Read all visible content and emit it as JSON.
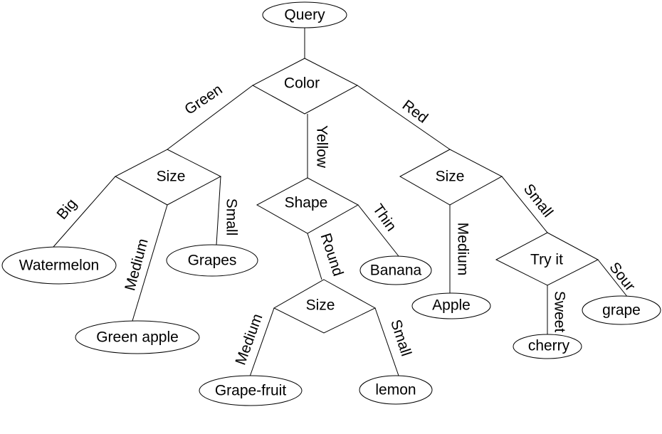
{
  "nodes": {
    "query": "Query",
    "color": "Color",
    "size_green": "Size",
    "shape": "Shape",
    "size_red": "Size",
    "watermelon": "Watermelon",
    "green_apple": "Green apple",
    "grapes": "Grapes",
    "banana": "Banana",
    "size_round": "Size",
    "grapefruit": "Grape-fruit",
    "lemon": "lemon",
    "apple": "Apple",
    "try_it": "Try it",
    "cherry": "cherry",
    "grape": "grape"
  },
  "edges": {
    "green": "Green",
    "yellow": "Yellow",
    "red": "Red",
    "big": "Big",
    "medium_green": "Medium",
    "small_green": "Small",
    "thin": "Thin",
    "round": "Round",
    "medium_round": "Medium",
    "small_round": "Small",
    "medium_red": "Medium",
    "small_red": "Small",
    "sweet": "Sweet",
    "sour": "Sour"
  }
}
